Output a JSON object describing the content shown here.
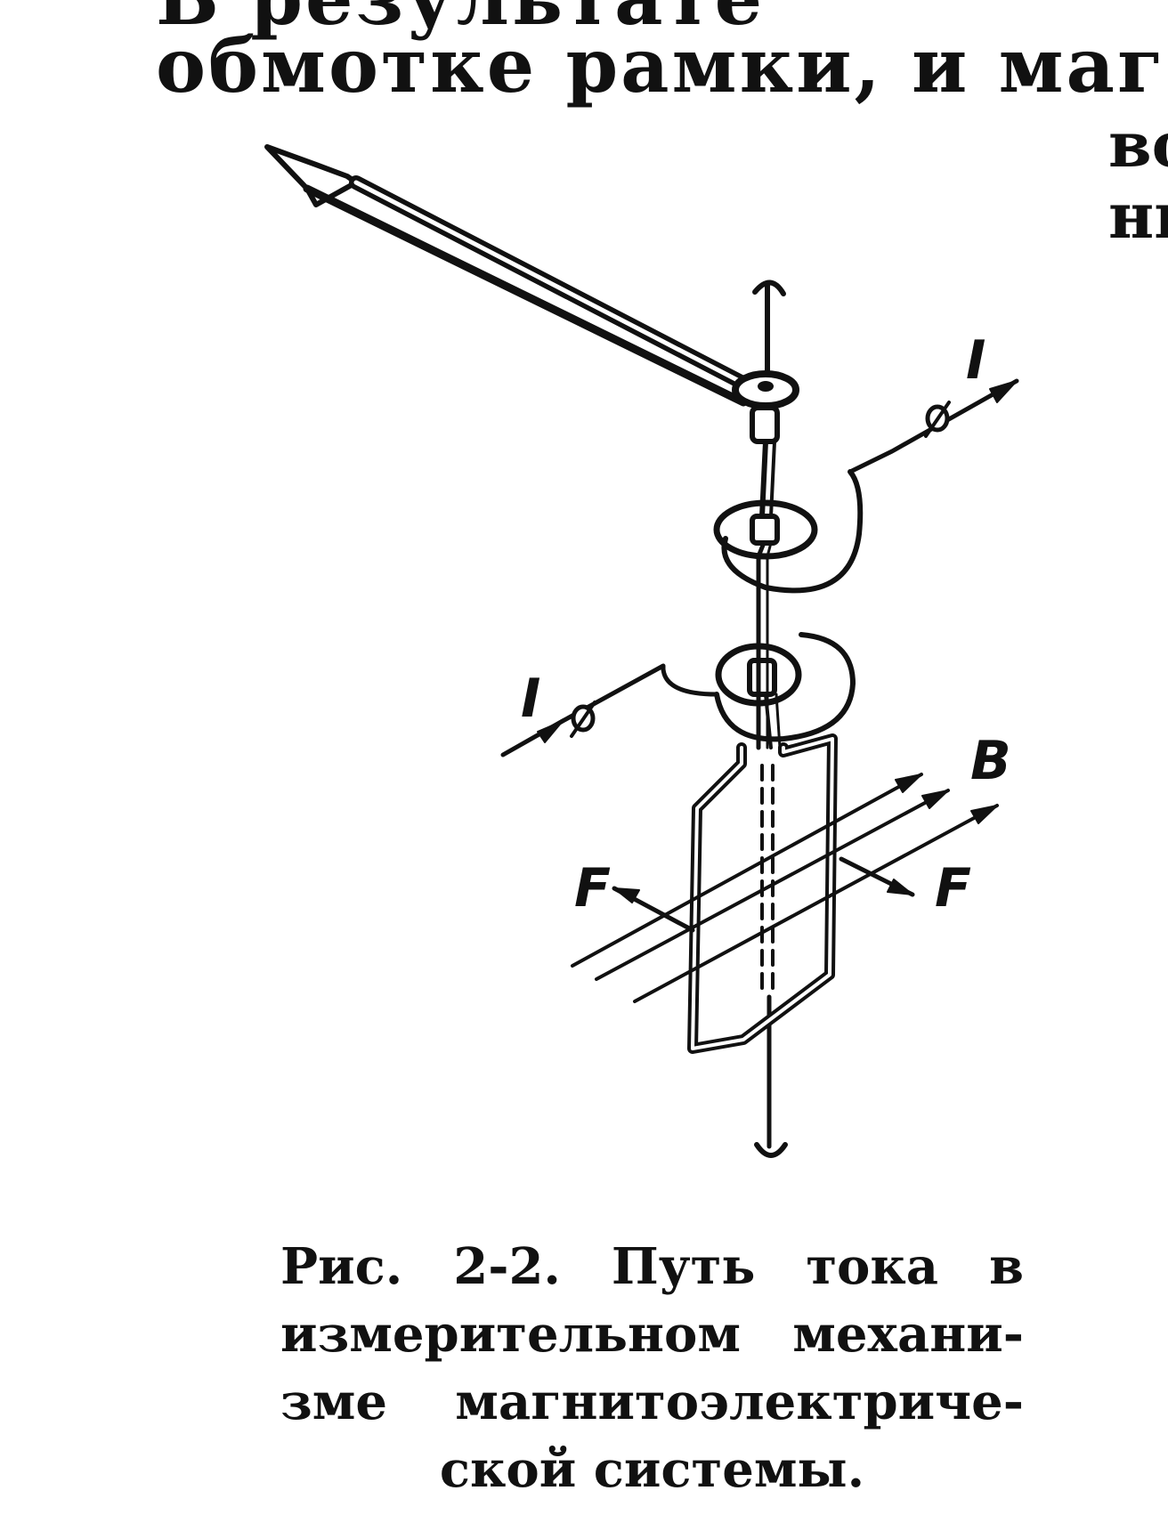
{
  "header_text": {
    "line1": "В результате",
    "line2": "обмотке рамки, и магнитно",
    "right1": "во",
    "right2": "нı"
  },
  "figure": {
    "labels": {
      "current_top": "I",
      "current_bottom": "I",
      "induction": "B",
      "force_left": "F",
      "force_right": "F"
    }
  },
  "caption": {
    "line1_words": [
      "Рис.",
      "2-2.",
      "Путь",
      "тока",
      "в"
    ],
    "line2_words": [
      "измерительном",
      "механи-"
    ],
    "line3_words": [
      "зме",
      "магнитоэлектриче-"
    ],
    "line4": "ской системы."
  }
}
